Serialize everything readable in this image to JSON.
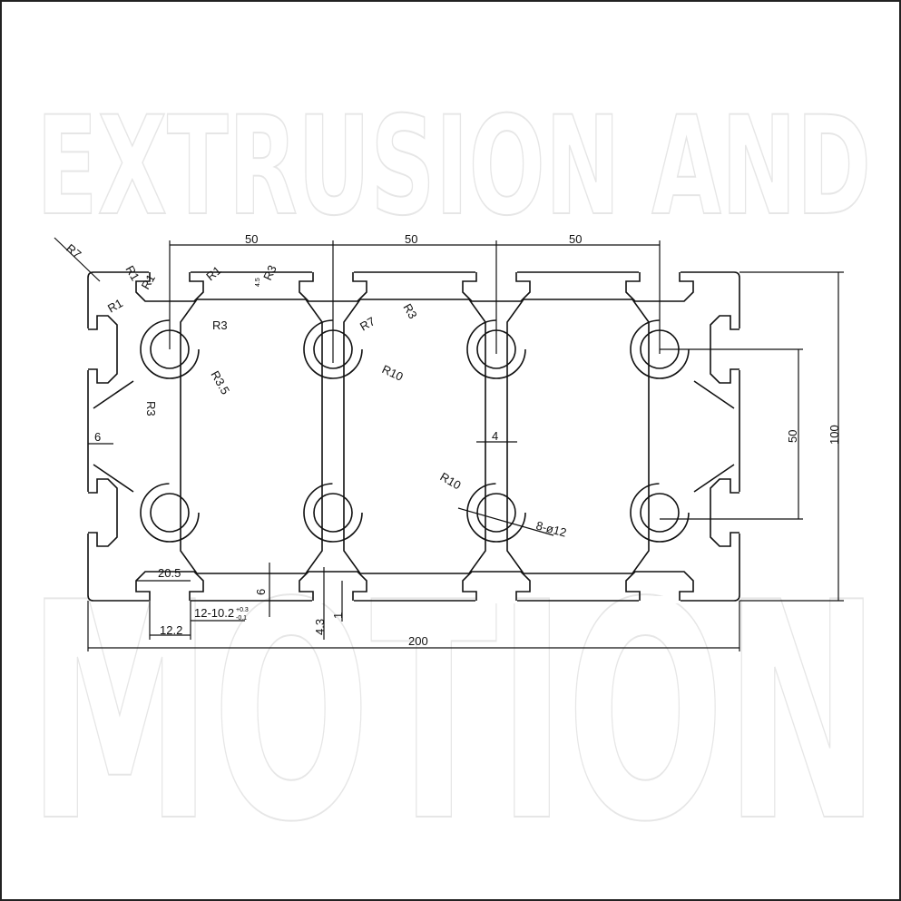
{
  "watermark": {
    "line1": "EXTRUSION AND",
    "line2": "MOTION"
  },
  "dimensions": {
    "pitch_1": "50",
    "pitch_2": "50",
    "pitch_3": "50",
    "height_total": "100",
    "height_pitch": "50",
    "width_total": "200",
    "wall_4": "4",
    "wall_6_left": "6",
    "wall_6_bottom": "6",
    "slot_top_width": "20.5",
    "slot_opening": "12.2",
    "slot_tolerance": "12-10.2",
    "tol_upper": "+0.3",
    "tol_lower": "-0.1",
    "lip_depth": "4.3",
    "lip_step": "1",
    "small_45": "4.5",
    "holes": "8-ø12",
    "r_corner": "R7",
    "r1_a": "R1",
    "r1_b": "R1",
    "r1_c": "R1",
    "r1_d": "R1",
    "r3_a": "R3",
    "r3_b": "R3",
    "r3_c": "R3",
    "r3_d": "R3",
    "r35": "R3.5",
    "r7_inner": "R7",
    "r10_a": "R10",
    "r10_b": "R10"
  }
}
